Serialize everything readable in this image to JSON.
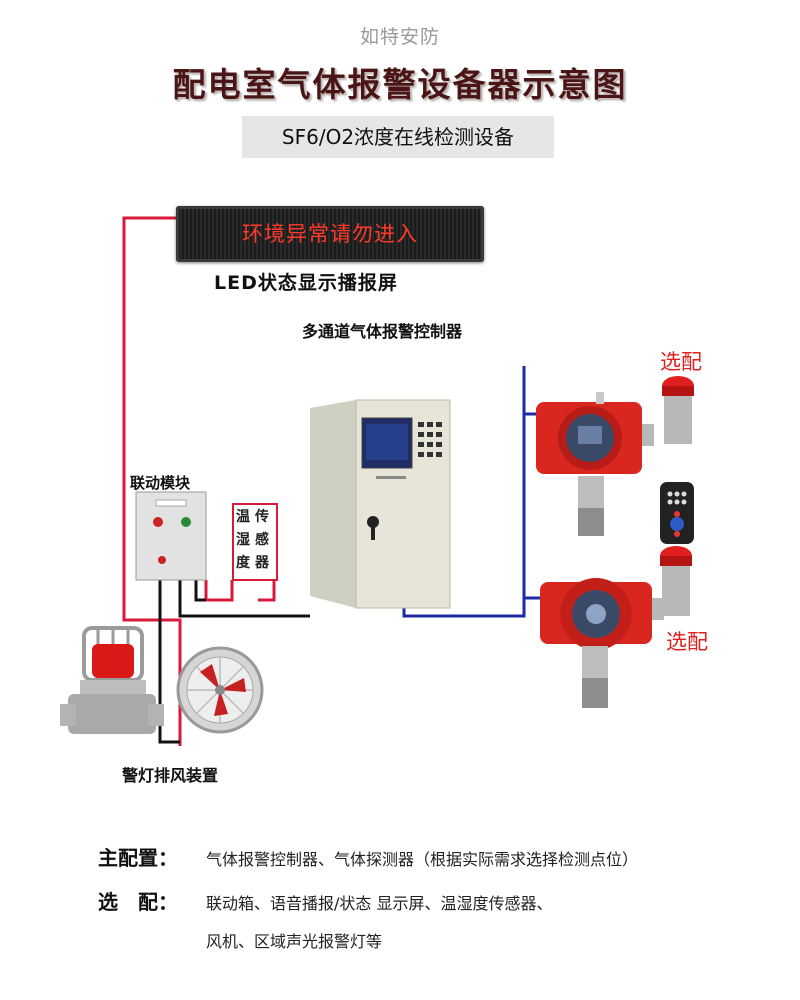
{
  "header": {
    "brand": "如特安防",
    "title": "配电室气体报警设备器示意图",
    "subtitle": "SF6/O2浓度在线检测设备"
  },
  "diagram": {
    "led_screen_text": "环境异常请勿进入",
    "led_label": "LED状态显示播报屏",
    "controller_label": "多通道气体报警控制器",
    "linkage_label": "联动模块",
    "sensor_label_col1": "温湿度",
    "sensor_label_col2": "传感器",
    "warning_label": "警灯排风装置",
    "optional_top": "选配",
    "optional_bottom": "选配",
    "wire_colors": {
      "pink": "#d7193a",
      "blue": "#1d2aa6",
      "black": "#111111"
    }
  },
  "config": {
    "main_key": "主配置：",
    "main_value": "气体报警控制器、气体探测器（根据实际需求选择检测点位）",
    "optional_key": "选　配：",
    "optional_value_line1": "联动箱、语音播报/状态 显示屏、温湿度传感器、",
    "optional_value_line2": "风机、区域声光报警灯等"
  }
}
